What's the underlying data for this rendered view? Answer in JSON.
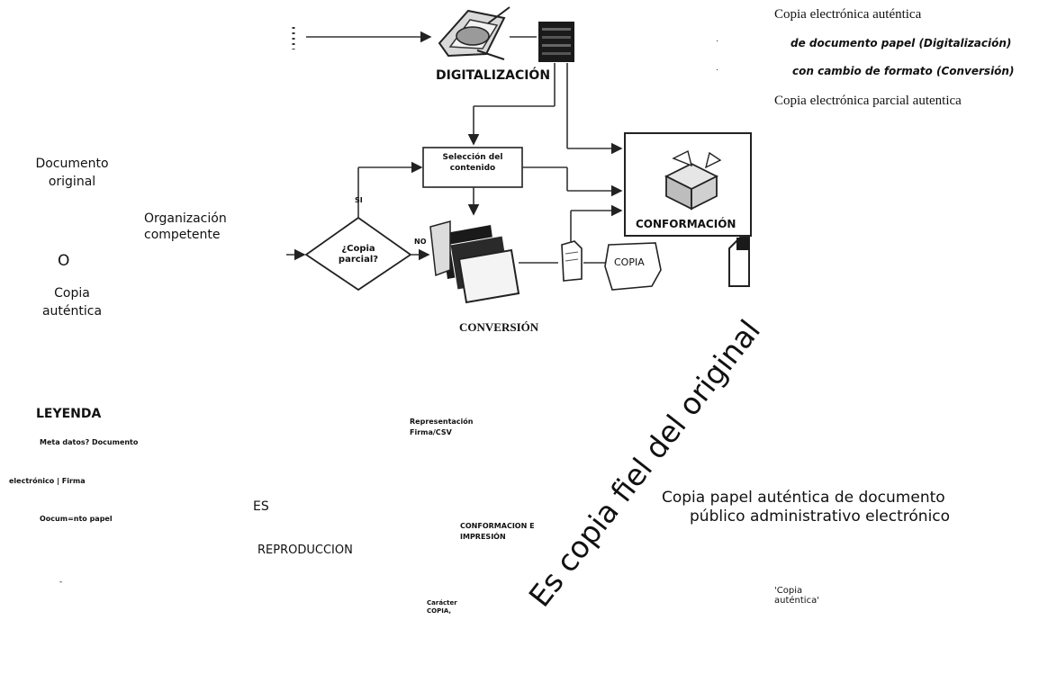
{
  "legend_right": {
    "line1": "Copia electrónica auténtica",
    "line2": "de documento papel (Digitalización)",
    "line3": "con cambio de formato (Conversión)",
    "line4": "Copia electrónica parcial autentica"
  },
  "left": {
    "doc_line1": "Documento",
    "doc_line2": "original",
    "o": "O",
    "copia_line1": "Copia",
    "copia_line2": "auténtica",
    "org_line1": "Organización",
    "org_line2": "competente"
  },
  "flow": {
    "digitalizacion": "DIGITALIZACIÓN",
    "seleccion_line1": "Selección del",
    "seleccion_line2": "contenido",
    "si": "SI",
    "no": "NO",
    "decision_line1": "¿Copia",
    "decision_line2": "parcial?",
    "conversion": "CONVERSIÓN",
    "conformacion": "CONFORMACIÓN",
    "copia": "COPIA"
  },
  "legend_bottom": {
    "title": "LEYENDA",
    "item1": "Meta datos? Documento",
    "item2": "electrónico | Firma",
    "item3": "Oocum=nto papel",
    "es": "ES",
    "reproduccion": "REPRODUCCION",
    "repr_line1": "Representación",
    "repr_line2": "Firma/CSV",
    "conf_line1": "CONFORMACION E",
    "conf_line2": "IMPRESIÓN",
    "caracter_line1": "Carácter",
    "caracter_line2": "COPIA,",
    "papel_line1": "Copia papel auténtica de documento",
    "papel_line2": "público administrativo electrónico",
    "copia_aut_line1": "'Copia",
    "copia_aut_line2": "auténtica'"
  },
  "stamp": {
    "text": "Es copia fiel del original"
  },
  "colors": {
    "ink": "#111111",
    "scan_dark": "#1a1a1a",
    "gray": "#8a8a8a"
  }
}
